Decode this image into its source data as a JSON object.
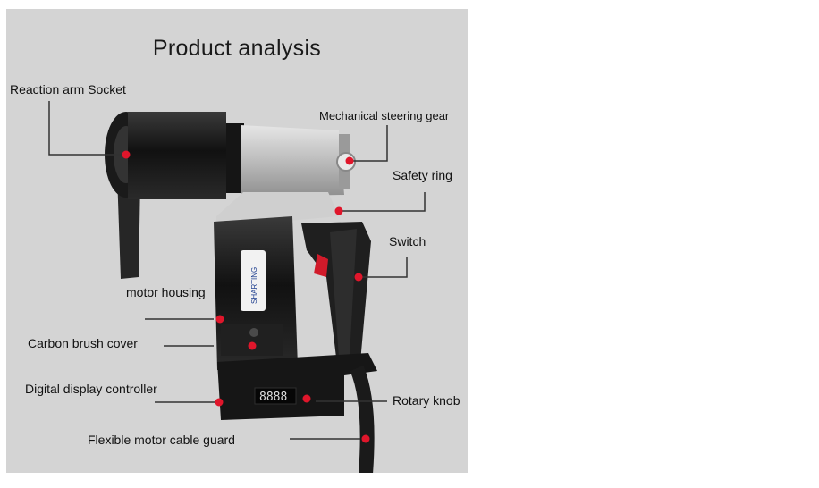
{
  "title": "Product analysis",
  "labels": {
    "reaction_arm_socket": "Reaction arm Socket",
    "mechanical_steering_gear": "Mechanical steering gear",
    "safety_ring": "Safety ring",
    "switch": "Switch",
    "motor_housing": "motor housing",
    "carbon_brush_cover": "Carbon brush cover",
    "digital_display_controller": "Digital display controller",
    "rotary_knob": "Rotary knob",
    "flexible_motor_cable_guard": "Flexible motor cable guard"
  },
  "device": {
    "brand_text": "SHARTING",
    "display_digits": "8888"
  },
  "colors": {
    "panel": "#d4d4d4",
    "marker": "#e0162b",
    "tool_body": "#1b1b1b",
    "metal": "#bfbfbf",
    "leader": "#333333"
  }
}
